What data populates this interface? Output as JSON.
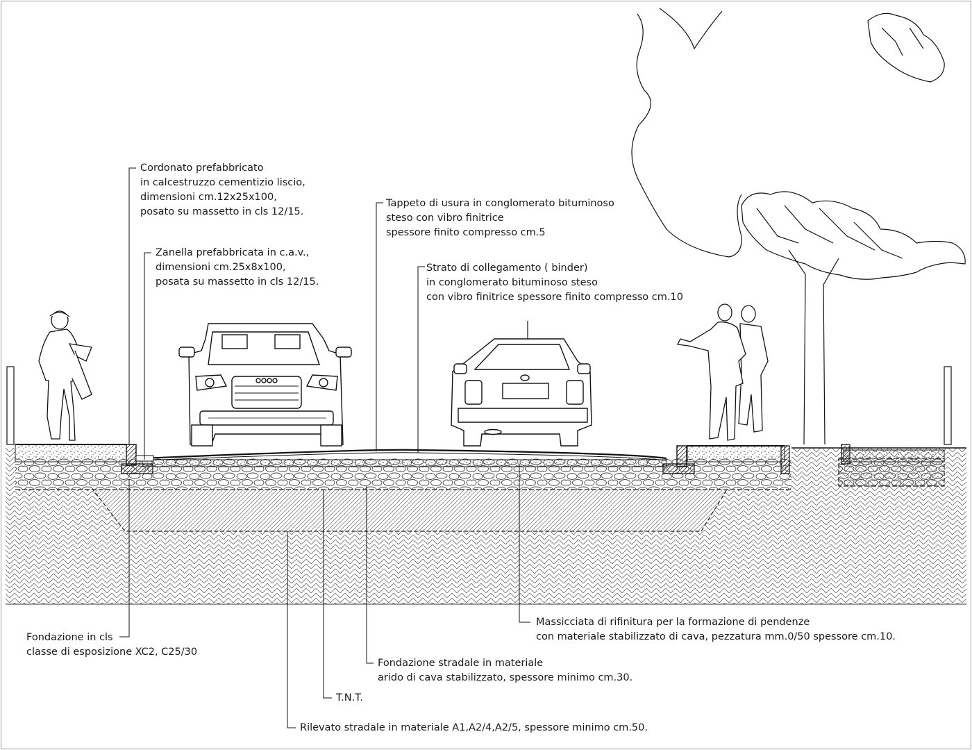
{
  "labels": {
    "cordonato": {
      "lines": [
        "Cordonato prefabbricato",
        "in calcestruzzo cementizio liscio,",
        "dimensioni cm.12x25x100,",
        "posato su massetto in cls 12/15."
      ]
    },
    "zanella": {
      "lines": [
        "Zanella prefabbricata in c.a.v.,",
        "dimensioni cm.25x8x100,",
        "posata su massetto in cls 12/15."
      ]
    },
    "tappeto": {
      "lines": [
        "Tappeto di usura in conglomerato bituminoso",
        "steso con vibro finitrice",
        "spessore finito compresso cm.5"
      ]
    },
    "binder": {
      "lines": [
        "Strato  di collegamento ( binder)",
        "in conglomerato bituminoso steso",
        "con vibro finitrice spessore finito compresso cm.10"
      ]
    },
    "massicciata": {
      "lines": [
        "Massicciata di rifinitura per la formazione di pendenze",
        "con materiale stabilizzato di cava, pezzatura mm.0/50 spessore cm.10."
      ]
    },
    "fondazione_cls": {
      "lines": [
        "Fondazione in cls",
        "classe di esposizione XC2, C25/30"
      ]
    },
    "fondazione_stradale": {
      "lines": [
        "Fondazione stradale in materiale",
        "arido di cava stabilizzato, spessore minimo cm.30."
      ]
    },
    "tnt": {
      "lines": [
        "T.N.T."
      ]
    },
    "rilevato": {
      "lines": [
        "Rilevato stradale  in materiale A1,A2/4,A2/5, spessore minimo cm.50."
      ]
    }
  },
  "figures": {
    "pedestrian_left": "man-reading-figure",
    "car_left": "suv-front-view",
    "car_right": "hatchback-rear-view",
    "pedestrians_right": "two-men-figures",
    "tree": "tree-outline"
  },
  "colors": {
    "line": "#1a1a1a",
    "hatch": "#555555",
    "background": "#ffffff"
  }
}
